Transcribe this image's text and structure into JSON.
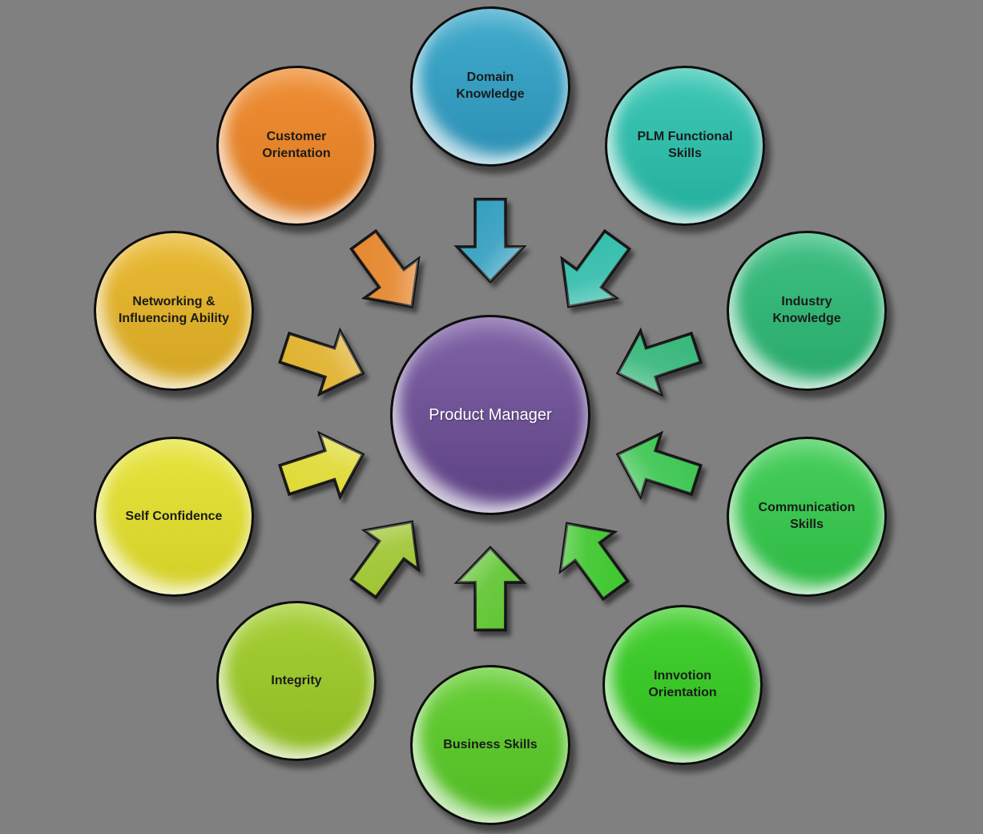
{
  "background_color": "#808080",
  "center": {
    "label": "Product Manager",
    "color_top": "#7F63A6",
    "color_bottom": "#5C4183",
    "text_color": "#FFFFFF"
  },
  "label_text_color": "#1B1B1B",
  "nodes": [
    {
      "id": "domain-knowledge",
      "label": "Domain Knowledge",
      "color_top": "#41ABCC",
      "color_bottom": "#2B8FB4",
      "arrow_color": "#2F9DBE"
    },
    {
      "id": "plm-functional-skills",
      "label": "PLM Functional Skills",
      "color_top": "#3FC8B6",
      "color_bottom": "#23AE9C",
      "arrow_color": "#2FBCAA"
    },
    {
      "id": "industry-knowledge",
      "label": "Industry Knowledge",
      "color_top": "#3FC083",
      "color_bottom": "#27A96A",
      "arrow_color": "#31B577"
    },
    {
      "id": "communication-skills",
      "label": "Communication Skills",
      "color_top": "#47CF5B",
      "color_bottom": "#2DB943",
      "arrow_color": "#38C44E"
    },
    {
      "id": "innvotion-orientation",
      "label": "Innvotion Orientation",
      "color_top": "#46D132",
      "color_bottom": "#2EBB1F",
      "arrow_color": "#39C528"
    },
    {
      "id": "business-skills",
      "label": "Business Skills",
      "color_top": "#69D037",
      "color_bottom": "#4FBA23",
      "arrow_color": "#5CC42D"
    },
    {
      "id": "integrity",
      "label": "Integrity",
      "color_top": "#A7D037",
      "color_bottom": "#8FBA23",
      "arrow_color": "#9CC42D"
    },
    {
      "id": "self-confidence",
      "label": "Self Confidence",
      "color_top": "#E7E43E",
      "color_bottom": "#D3CF27",
      "arrow_color": "#DFD932"
    },
    {
      "id": "networking-influencing-ability",
      "label": "Networking & Influencing Ability",
      "color_top": "#EABB35",
      "color_bottom": "#D3A421",
      "arrow_color": "#DFB02A"
    },
    {
      "id": "customer-orientation",
      "label": "Customer Orientation",
      "color_top": "#EF8E35",
      "color_bottom": "#DB7A20",
      "arrow_color": "#E58429"
    }
  ]
}
